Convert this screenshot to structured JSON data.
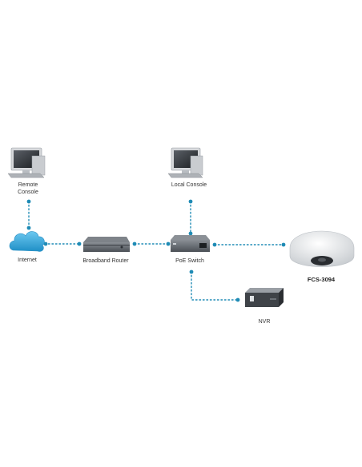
{
  "nodes": {
    "remote_console": {
      "label_line1": "Remote",
      "label_line2": "Console"
    },
    "local_console": {
      "label": "Local Console"
    },
    "internet": {
      "label": "Internet"
    },
    "router": {
      "label": "Broadband Router"
    },
    "poe_switch": {
      "label": "PoE Switch"
    },
    "camera": {
      "label": "FCS-3094"
    },
    "nvr": {
      "label": "NVR"
    }
  },
  "colors": {
    "link": "#1f8bb5",
    "cloud": "#36a9e1"
  }
}
